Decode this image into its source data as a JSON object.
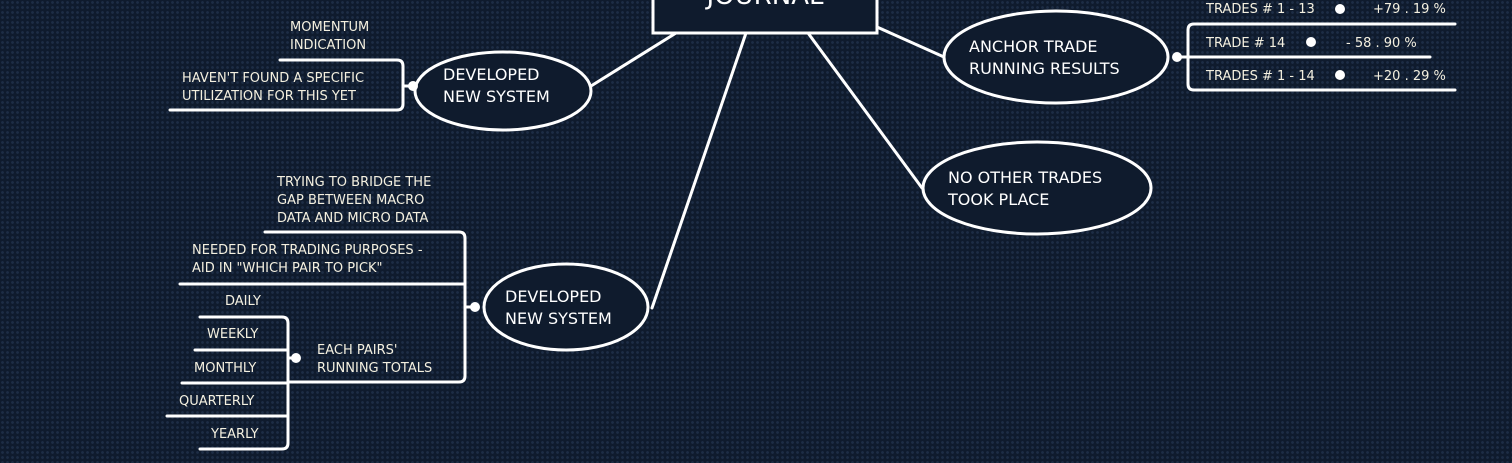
{
  "central": {
    "title": "JOURNAL"
  },
  "branch_system_1": {
    "label": [
      "DEVELOPED",
      "NEW SYSTEM"
    ],
    "children": [
      {
        "lines": [
          "MOMENTUM",
          "INDICATION"
        ]
      },
      {
        "lines": [
          "HAVEN'T FOUND A SPECIFIC",
          "UTILIZATION FOR THIS YET"
        ]
      }
    ]
  },
  "branch_system_2": {
    "label": [
      "DEVELOPED",
      "NEW SYSTEM"
    ],
    "children": [
      {
        "lines": [
          "TRYING TO BRIDGE THE",
          "GAP BETWEEN MACRO",
          "DATA AND MICRO DATA"
        ]
      },
      {
        "lines": [
          "NEEDED FOR TRADING PURPOSES -",
          "AID IN \"WHICH PAIR TO PICK\""
        ]
      },
      {
        "lines": [
          "EACH PAIRS'",
          "RUNNING TOTALS"
        ]
      }
    ],
    "periods": [
      "DAILY",
      "WEEKLY",
      "MONTHLY",
      "QUARTERLY",
      "YEARLY"
    ]
  },
  "branch_anchor": {
    "label": [
      "ANCHOR TRADE",
      "RUNNING RESULTS"
    ],
    "results": [
      {
        "label": "TRADES # 1 - 13",
        "value": "+79 . 19 %"
      },
      {
        "label": "TRADE # 14",
        "value": "- 58 . 90 %"
      },
      {
        "label": "TRADES # 1 - 14",
        "value": "+20 . 29 %"
      }
    ]
  },
  "branch_other": {
    "label": [
      "NO OTHER TRADES",
      "TOOK PLACE"
    ]
  }
}
